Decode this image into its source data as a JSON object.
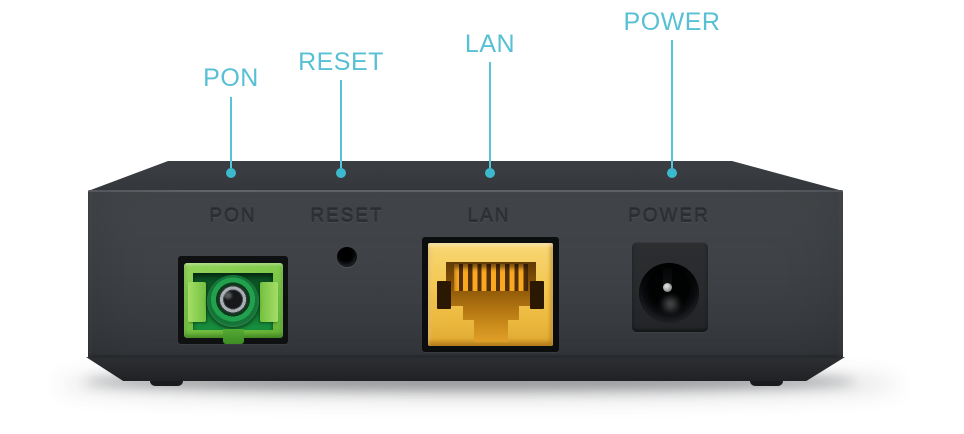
{
  "colors": {
    "background": "#ffffff",
    "accent_teal": "#57c0d4",
    "device_front_gray": "#3e4145",
    "device_top_gray": "#36393d",
    "pon_connector_green": "#7cc747",
    "pon_recess_green": "#0f6a2e",
    "lan_port_yellow": "#f1c24d",
    "lan_cavity_orange": "#b47712",
    "power_recess_gray": "#27292c"
  },
  "ports": [
    {
      "id": "pon",
      "label": "PON",
      "connector": "sc-apc-fiber-port"
    },
    {
      "id": "reset",
      "label": "RESET",
      "connector": "recessed-reset-pinhole"
    },
    {
      "id": "lan",
      "label": "LAN",
      "connector": "rj45-ethernet-port"
    },
    {
      "id": "power",
      "label": "POWER",
      "connector": "dc-power-jack"
    }
  ]
}
